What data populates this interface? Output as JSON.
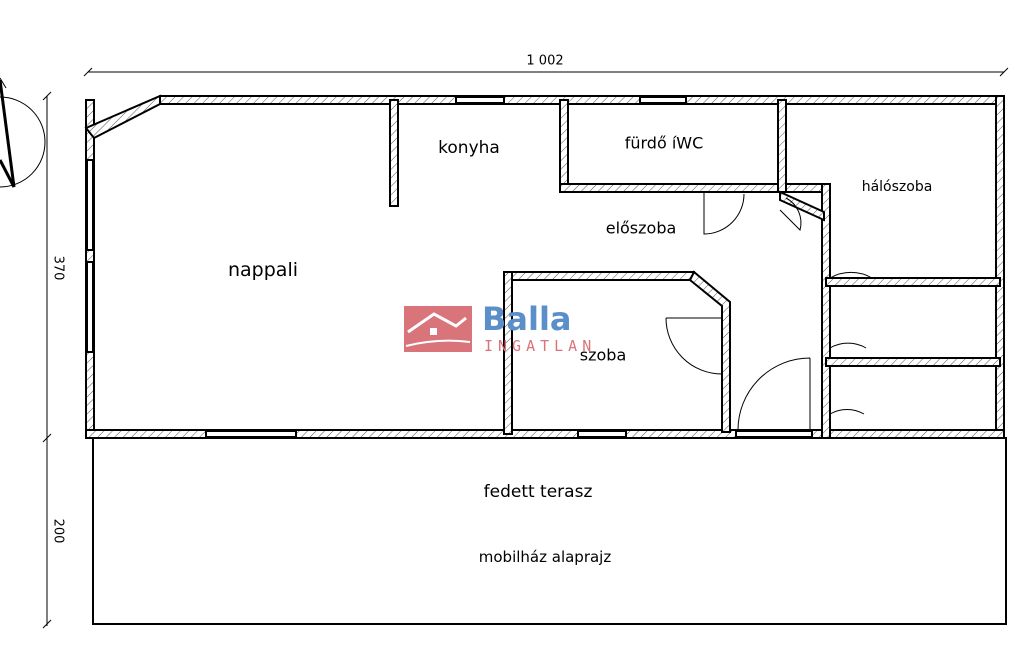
{
  "plan": {
    "title": "mobilház alaprajz",
    "dimensions": {
      "width": "1 002",
      "depth_house": "370",
      "depth_terrace": "200"
    },
    "rooms": {
      "konyha": "konyha",
      "furdo": "fürdő íWC",
      "haloszoba": "hálószoba",
      "eloszoba": "előszoba",
      "nappali": "nappali",
      "szoba": "szoba",
      "terasz": "fedett terasz"
    }
  },
  "watermark": {
    "brand": "Balla",
    "sub": "INGATLAN",
    "color_red": "#d9747a",
    "color_blue": "#5b8fc9"
  }
}
